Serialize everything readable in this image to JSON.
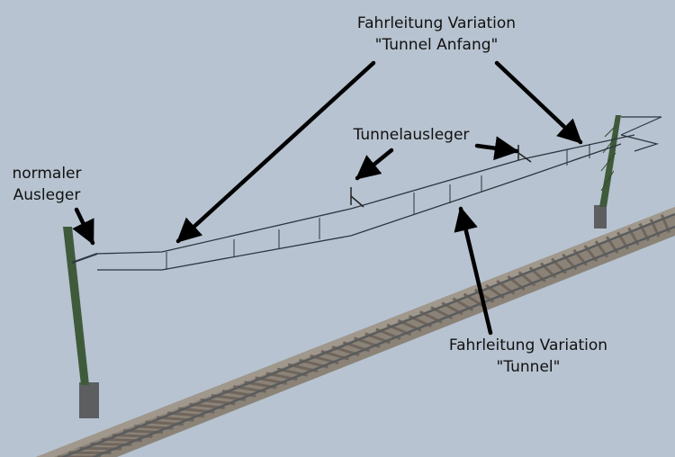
{
  "labels": {
    "tunnel_anfang": {
      "line1": "Fahrleitung Variation",
      "line2": "\"Tunnel Anfang\""
    },
    "tunnelausleger": {
      "line1": "Tunnelausleger"
    },
    "normaler_ausleger": {
      "line1": "normaler",
      "line2": "Ausleger"
    },
    "tunnel": {
      "line1": "Fahrleitung Variation",
      "line2": "\"Tunnel\""
    }
  },
  "colors": {
    "background": "#b7c3d0",
    "mast_green": "#3f5a3b",
    "mast_base": "#5c5e60",
    "wire": "#2c3640",
    "arrow": "#000000",
    "ballast": "#8b8378",
    "rail": "#6c6e70",
    "sleeper": "#7a6f66"
  }
}
